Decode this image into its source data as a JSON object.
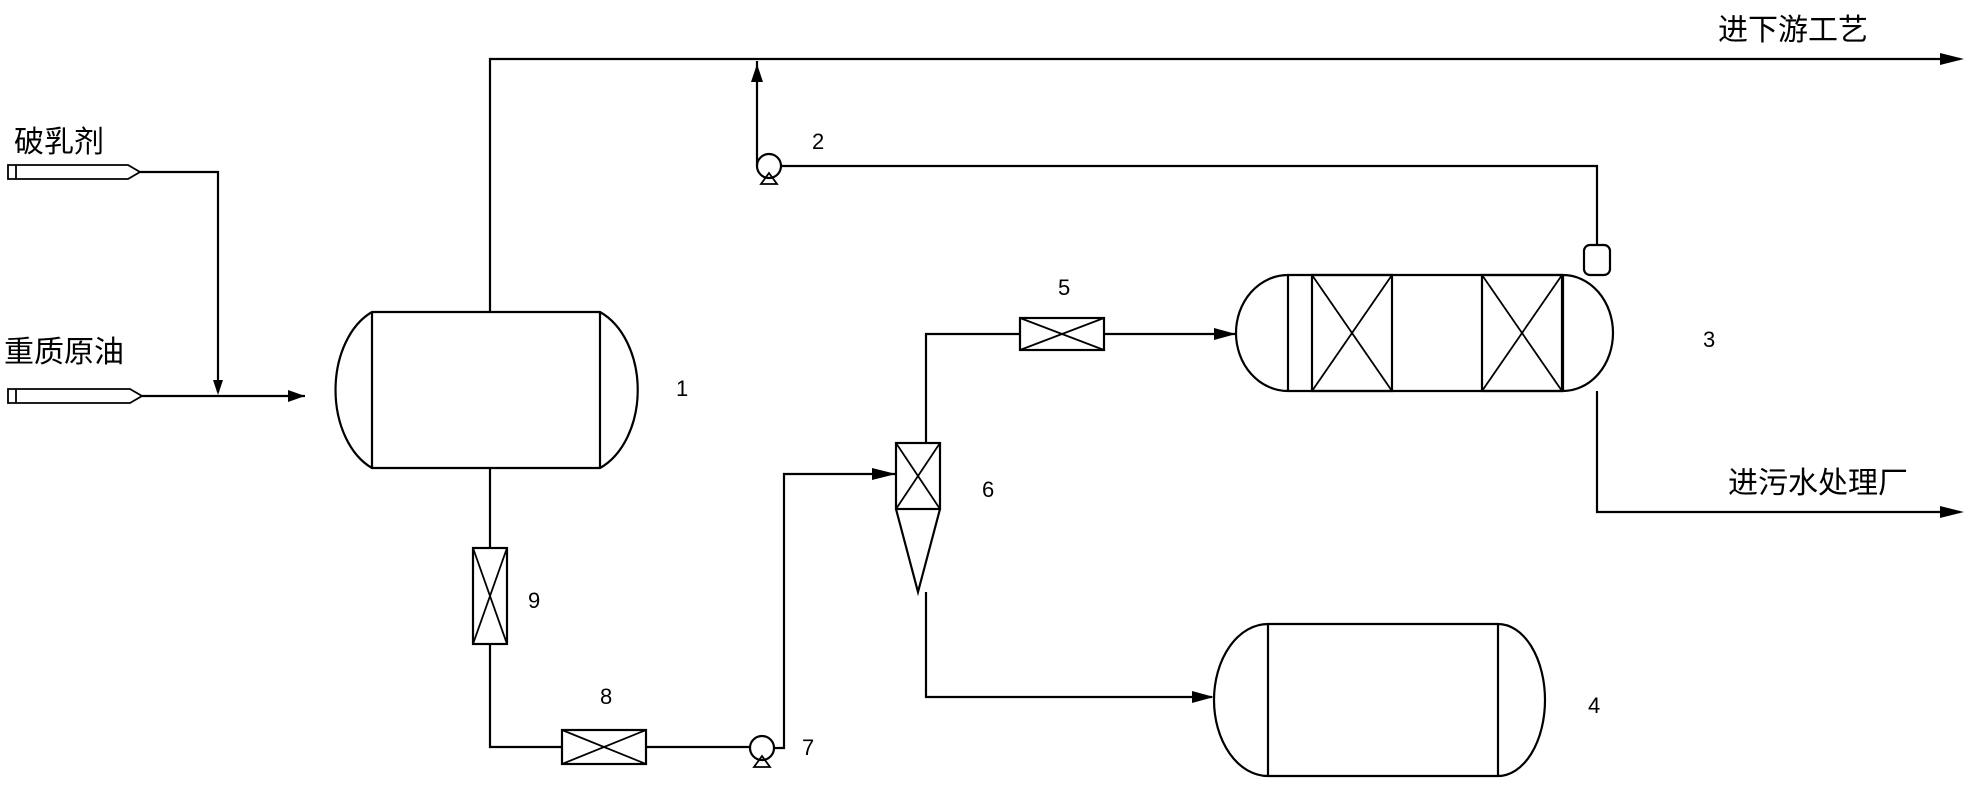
{
  "labels": {
    "demulsifier": "破乳剂",
    "heavy_crude": "重质原油",
    "downstream": "进下游工艺",
    "wastewater": "进污水处理厂"
  },
  "equipment_numbers": {
    "n1": "1",
    "n2": "2",
    "n3": "3",
    "n4": "4",
    "n5": "5",
    "n6": "6",
    "n7": "7",
    "n8": "8",
    "n9": "9"
  }
}
